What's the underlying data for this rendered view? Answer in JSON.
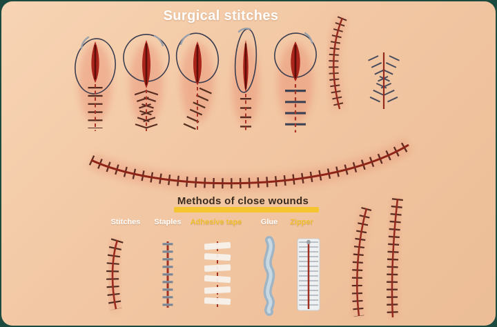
{
  "title": "Surgical stitches",
  "subtitle": "Methods of close wounds",
  "methods": [
    {
      "label": "Stitches",
      "color": "#ffffff"
    },
    {
      "label": "Staples",
      "color": "#ffffff"
    },
    {
      "label": "Adhesive tape",
      "color": "#f2c232"
    },
    {
      "label": "Glue",
      "color": "#ffffff"
    },
    {
      "label": "Zipper",
      "color": "#f2c232"
    }
  ],
  "illustrations": {
    "top_row": [
      "interrupted-suture-wound-icon",
      "continuous-cross-suture-wound-icon",
      "continuous-loop-suture-wound-icon",
      "narrow-mattress-suture-wound-icon",
      "wide-bar-suture-wound-icon"
    ],
    "right_top": [
      "diagonal-running-suture-icon",
      "small-cross-stitch-wound-icon"
    ],
    "middle": "long-curved-sutured-wound-icon",
    "bottom_row": [
      "stitches-icon",
      "staples-icon",
      "adhesive-tape-icon",
      "glue-strip-icon",
      "zipper-device-icon"
    ],
    "right_bottom": [
      "vertical-sutured-wound-icon",
      "vertical-dense-sutured-wound-icon"
    ]
  },
  "colors": {
    "background_skin": "#f2c7a3",
    "frame_teal": "#1d4a3e",
    "wound_red": "#a9281c",
    "stitch_brown": "#54291f",
    "thread_dark": "#3a3d50",
    "highlight_yellow": "#f4c431",
    "heading_dark": "#3a2a1e",
    "label_white": "#ffffff",
    "label_yellow": "#f2c232"
  }
}
